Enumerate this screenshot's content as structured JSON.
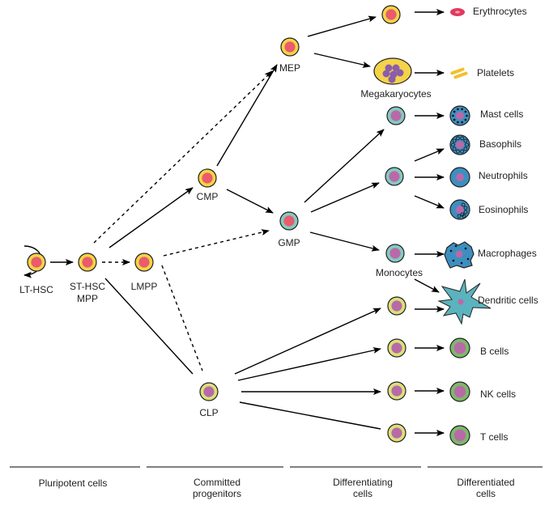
{
  "cells": {
    "lt_hsc": "LT-HSC",
    "st_hsc": "ST-HSC",
    "mpp": "MPP",
    "lmpp": "LMPP",
    "cmp": "CMP",
    "mep": "MEP",
    "gmp": "GMP",
    "clp": "CLP",
    "megakaryocytes": "Megakaryocytes",
    "monocytes": "Monocytes"
  },
  "mature": {
    "erythrocytes": "Erythrocytes",
    "platelets": "Platelets",
    "mast": "Mast cells",
    "basophils": "Basophils",
    "neutrophils": "Neutrophils",
    "eosinophils": "Eosinophils",
    "macrophages": "Macrophages",
    "dendritic": "Dendritic cells",
    "b": "B cells",
    "nk": "NK cells",
    "t": "T cells"
  },
  "stages": {
    "pluripotent": "Pluripotent cells",
    "committed_1": "Committed",
    "committed_2": "progenitors",
    "differentiating_1": "Differentiating",
    "differentiating_2": "cells",
    "differentiated_1": "Differentiated",
    "differentiated_2": "cells"
  },
  "colors": {
    "stem_ring": "#f5d348",
    "stem_nucleus": "#ea5b6c",
    "myeloid_ring": "#86c9c0",
    "lymphoid_ring": "#dbe07a",
    "nucleus": "#b86aa8",
    "granulocyte": "#3d8fbf",
    "lymphocyte": "#7db86b"
  }
}
